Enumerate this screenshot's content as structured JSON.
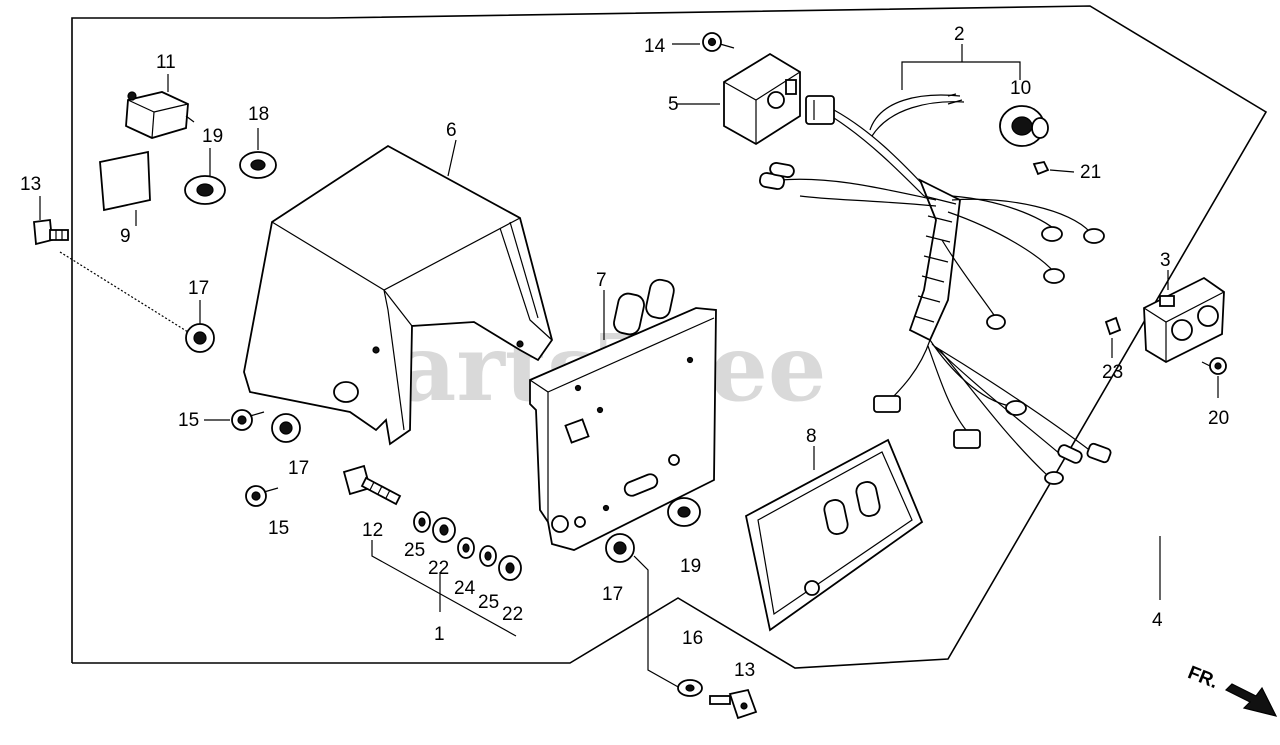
{
  "watermark": "PartsTree",
  "direction_label": "FR.",
  "callouts": [
    {
      "id": "c1",
      "label": "1"
    },
    {
      "id": "c2",
      "label": "2"
    },
    {
      "id": "c3",
      "label": "3"
    },
    {
      "id": "c4",
      "label": "4"
    },
    {
      "id": "c5",
      "label": "5"
    },
    {
      "id": "c6",
      "label": "6"
    },
    {
      "id": "c7",
      "label": "7"
    },
    {
      "id": "c8",
      "label": "8"
    },
    {
      "id": "c9",
      "label": "9"
    },
    {
      "id": "c10",
      "label": "10"
    },
    {
      "id": "c11",
      "label": "11"
    },
    {
      "id": "c12",
      "label": "12"
    },
    {
      "id": "c13a",
      "label": "13"
    },
    {
      "id": "c13b",
      "label": "13"
    },
    {
      "id": "c14",
      "label": "14"
    },
    {
      "id": "c15a",
      "label": "15"
    },
    {
      "id": "c15b",
      "label": "15"
    },
    {
      "id": "c16",
      "label": "16"
    },
    {
      "id": "c17a",
      "label": "17"
    },
    {
      "id": "c17b",
      "label": "17"
    },
    {
      "id": "c17c",
      "label": "17"
    },
    {
      "id": "c18",
      "label": "18"
    },
    {
      "id": "c19a",
      "label": "19"
    },
    {
      "id": "c19b",
      "label": "19"
    },
    {
      "id": "c20",
      "label": "20"
    },
    {
      "id": "c21",
      "label": "21"
    },
    {
      "id": "c22a",
      "label": "22"
    },
    {
      "id": "c22b",
      "label": "22"
    },
    {
      "id": "c23",
      "label": "23"
    },
    {
      "id": "c24",
      "label": "24"
    },
    {
      "id": "c25a",
      "label": "25"
    },
    {
      "id": "c25b",
      "label": "25"
    }
  ]
}
